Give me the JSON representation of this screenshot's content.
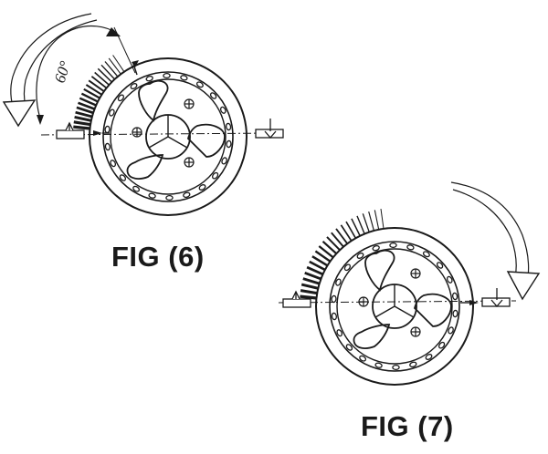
{
  "figures": [
    {
      "id": "fig6",
      "label": "FIG (6)",
      "angle_label": "60°"
    },
    {
      "id": "fig7",
      "label": "FIG (7)"
    }
  ]
}
